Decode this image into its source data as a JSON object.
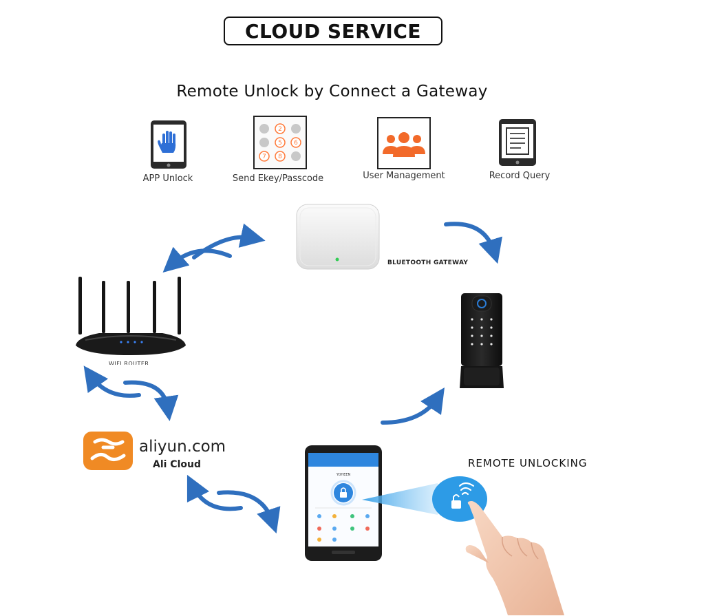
{
  "header": {
    "title": "CLOUD SERVICE",
    "subtitle": "Remote Unlock by Connect a Gateway"
  },
  "features": [
    {
      "label": "APP Unlock",
      "icon": "phone-hand-icon"
    },
    {
      "label": "Send Ekey/Passcode",
      "icon": "keypad-icon"
    },
    {
      "label": "User Management",
      "icon": "users-icon"
    },
    {
      "label": "Record Query",
      "icon": "record-document-icon"
    }
  ],
  "gateway": {
    "label": "BLUETOOTH GATEWAY"
  },
  "router": {
    "label": "WIFI ROUTER"
  },
  "cloud": {
    "name": "aliyun.com",
    "subtitle": "Ali Cloud"
  },
  "remote": {
    "label": "REMOTE UNLOCKING"
  },
  "colors": {
    "arrow": "#2f6fbe",
    "aliyun_orange": "#f08a24",
    "app_blue": "#2e86de",
    "unlock_button": "#2d9be6"
  }
}
